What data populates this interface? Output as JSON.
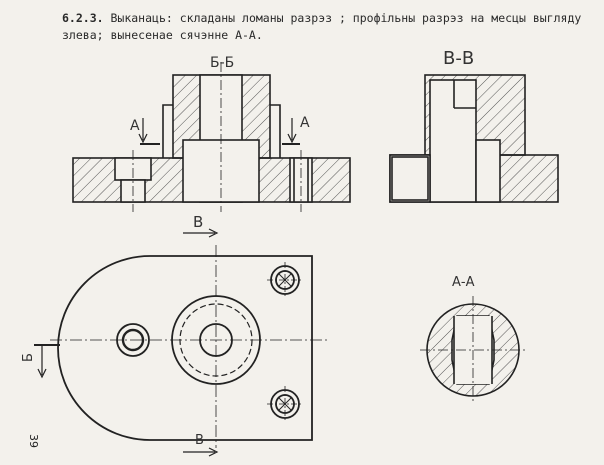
{
  "task": {
    "number": "6.2.3.",
    "text": "Выканаць: складаны ломаны разрэз ; профільны разрэз на месцы выгляду злева; вынесенае сячэнне А-А."
  },
  "labels": {
    "section_bb": "Б-Б",
    "section_vv": "В-В",
    "section_aa": "А-А",
    "cut_a_left": "А",
    "cut_a_right": "А",
    "cut_v_top": "В",
    "cut_v_bottom": "В",
    "cut_b_left": "Б"
  },
  "page_number": "39"
}
